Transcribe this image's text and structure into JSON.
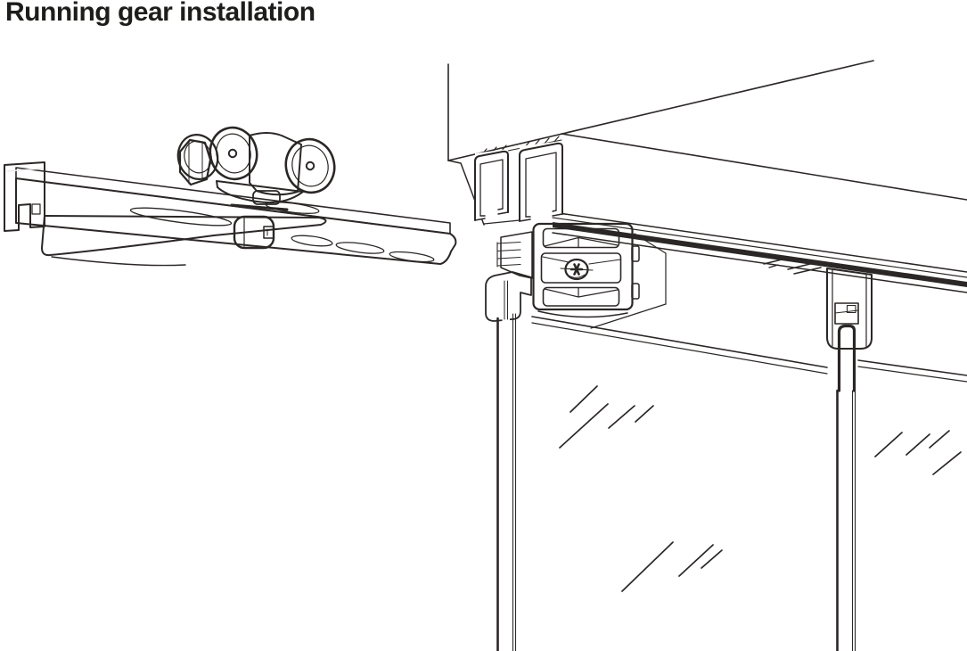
{
  "header": {
    "title": "Running gear installation"
  },
  "palette": {
    "background": "#ffffff",
    "line": "#2b2726",
    "part_gray": "#b7b6b6",
    "part_gray_light": "#d8d8d8",
    "nut_gray": "#c4c3c3",
    "white": "#ffffff"
  },
  "figure": {
    "kind": "technical-illustration",
    "parts": [
      {
        "name": "running-gear-assembly",
        "desc": "gray hanger rail with roller carriage"
      },
      {
        "name": "roller-carriage",
        "desc": "two white rollers with hex adjustment nut"
      },
      {
        "name": "suspension-bolt",
        "desc": "drum nut under hanger rail"
      },
      {
        "name": "cabinet-top",
        "desc": "top panel shown in perspective"
      },
      {
        "name": "double-track-profile",
        "desc": "two C-channel running tracks under panel"
      },
      {
        "name": "mounting-block",
        "desc": "suspension block with adjustment screw"
      },
      {
        "name": "adjustment-screw",
        "desc": "torx screw head"
      },
      {
        "name": "glass-clamp",
        "desc": "gray clamp on left glass door"
      },
      {
        "name": "left-glass-door",
        "desc": "glass panel with reflection marks"
      },
      {
        "name": "right-glass-door",
        "desc": "glass panel with reflection marks"
      },
      {
        "name": "glass-hanger-bracket",
        "desc": "white hanger bracket on right glass door"
      }
    ]
  }
}
